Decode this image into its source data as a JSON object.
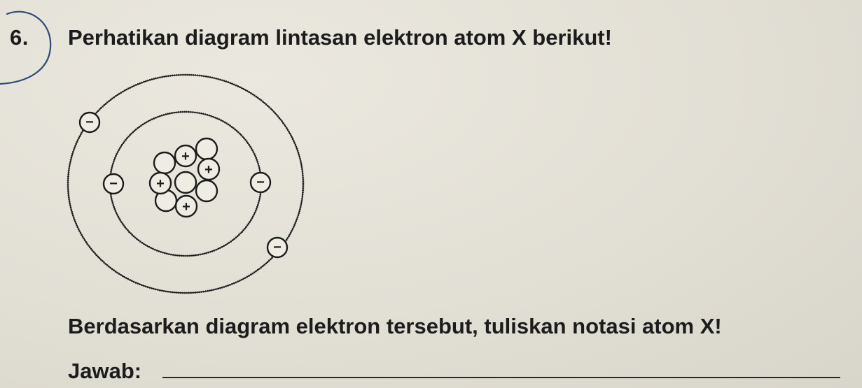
{
  "question": {
    "number": "6.",
    "text": "Perhatikan diagram lintasan elektron atom X berikut!"
  },
  "diagram": {
    "proton_symbol": "+",
    "electron_symbol": "−"
  },
  "instruction": {
    "text": "Berdasarkan diagram elektron tersebut, tuliskan notasi atom X!"
  },
  "answer": {
    "label": "Jawab:"
  },
  "colors": {
    "paper": "#e3e0d7",
    "ink": "#1c1c1c"
  }
}
